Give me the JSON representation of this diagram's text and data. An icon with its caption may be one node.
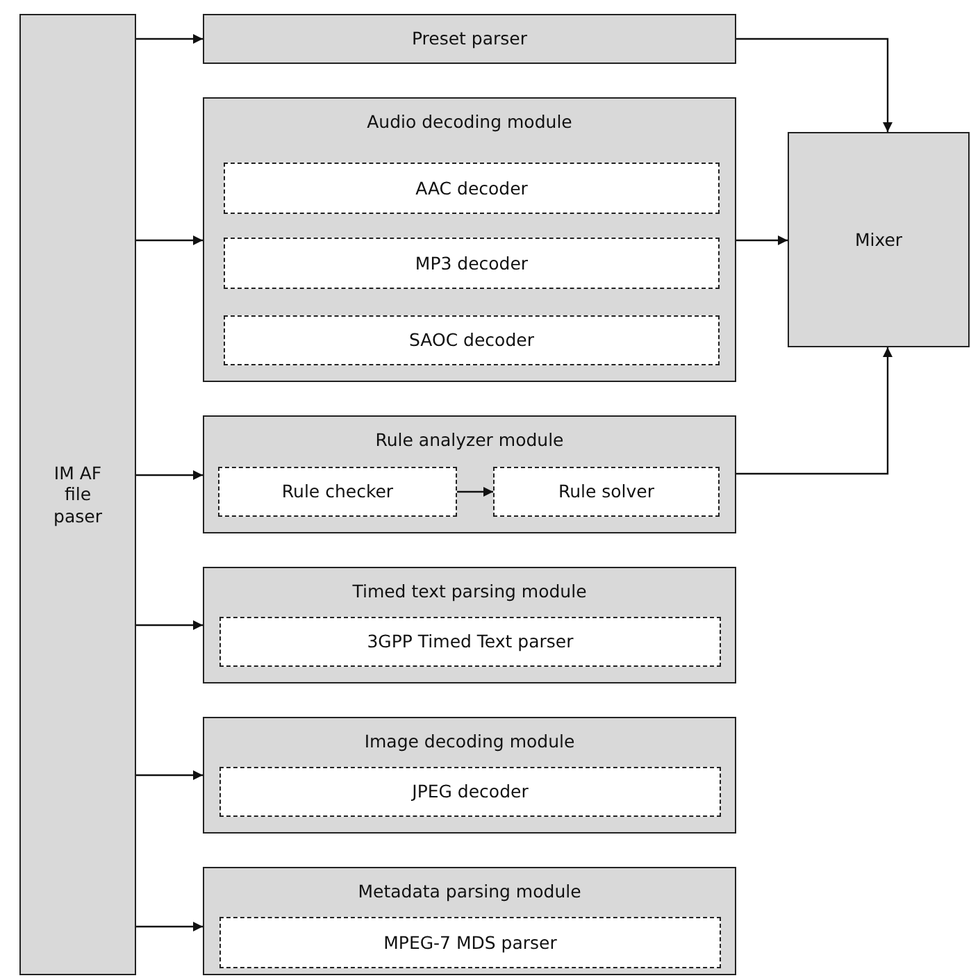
{
  "diagram": {
    "nodes": [
      {
        "text": [
          "IM AF file paser"
        ]
      },
      {
        "text": [
          "Preset parser"
        ]
      },
      {
        "text": [
          "Audio decoding module"
        ]
      },
      {
        "text": [
          "AAC decoder"
        ],
        "in": 2
      },
      {
        "text": [
          "MP3 decoder"
        ],
        "in": 2
      },
      {
        "text": [
          "SAOC decoder"
        ],
        "in": 2
      },
      {
        "text": [
          "Mixer"
        ]
      },
      {
        "text": [
          "Rule analyzer module"
        ]
      },
      {
        "text": [
          "Rule checker"
        ],
        "in": 7
      },
      {
        "text": [
          "Rule solver"
        ],
        "in": 7
      },
      {
        "text": [
          "Timed text parsing module"
        ]
      },
      {
        "text": [
          "3GPP Timed Text parser"
        ],
        "in": 10
      },
      {
        "text": [
          "Image decoding module"
        ]
      },
      {
        "text": [
          "JPEG decoder"
        ],
        "in": 12
      },
      {
        "text": [
          "Metadata parsing module"
        ]
      },
      {
        "text": [
          "MPEG-7 MDS parser"
        ],
        "in": 14
      }
    ],
    "edges": [
      {
        "from": 0,
        "to": 1,
        "arrow": "to"
      },
      {
        "from": 0,
        "to": 2,
        "arrow": "to"
      },
      {
        "from": 0,
        "to": 7,
        "arrow": "to"
      },
      {
        "from": 0,
        "to": 10,
        "arrow": "to"
      },
      {
        "from": 0,
        "to": 12,
        "arrow": "to"
      },
      {
        "from": 0,
        "to": 14,
        "arrow": "to"
      },
      {
        "from": 1,
        "to": 6,
        "arrow": "to"
      },
      {
        "from": 2,
        "to": 6,
        "arrow": "to"
      },
      {
        "from": 7,
        "to": 6,
        "arrow": "to"
      },
      {
        "from": 8,
        "to": 9,
        "arrow": "to"
      }
    ]
  }
}
